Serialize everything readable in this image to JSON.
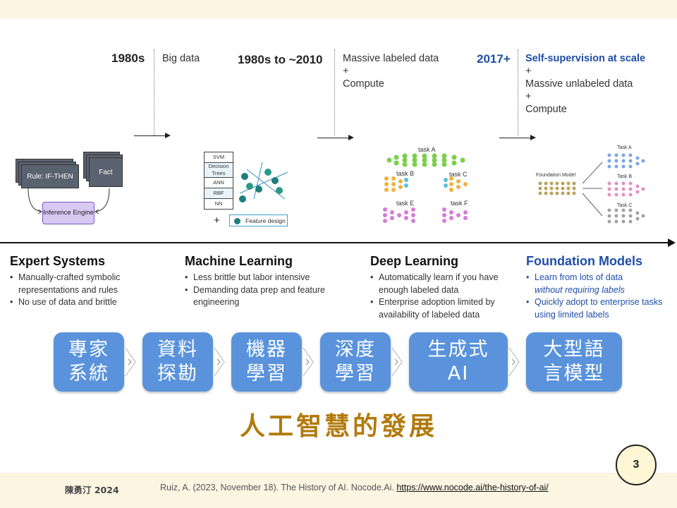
{
  "eras": [
    {
      "year": "1980s",
      "desc": [
        "Big data"
      ]
    },
    {
      "year": "1980s to ~2010",
      "desc": [
        "Massive labeled data",
        "+",
        "Compute"
      ]
    },
    {
      "year": "2017+",
      "desc_bold": "Self-supervision at scale",
      "desc": [
        "+",
        "Massive unlabeled data",
        "+",
        "Compute"
      ]
    }
  ],
  "illustrations": {
    "expert": {
      "rule": "Rule: IF-THEN",
      "fact": "Fact",
      "engine": "Inference Engine"
    },
    "ml": {
      "models": [
        "SVM",
        "Decision Trees",
        "ANN",
        "RBF",
        "NN"
      ],
      "plus": "+",
      "feature": "Feature design"
    },
    "dl": {
      "tasks": [
        "task A",
        "task B",
        "task C",
        "task E",
        "task F"
      ]
    },
    "fm": {
      "model": "Foundation Model",
      "tasks": [
        "Task A",
        "Task B",
        "Task C"
      ]
    }
  },
  "sections": [
    {
      "title": "Expert Systems",
      "items": [
        "Manually-crafted symbolic representations and rules",
        "No use of data and brittle"
      ]
    },
    {
      "title": "Machine Learning",
      "items": [
        "Less brittle but labor intensive",
        "Demanding data prep and feature engineering"
      ]
    },
    {
      "title": "Deep Learning",
      "items": [
        "Automatically learn if you have enough labeled data",
        "Enterprise adoption limited by availability of labeled data"
      ]
    },
    {
      "title": "Foundation Models",
      "items": [
        "Learn from lots of data",
        "without requiring labels",
        "Quickly adopt to enterprise tasks using limited labels"
      ]
    }
  ],
  "stages": [
    {
      "line1": "專家",
      "line2": "系統"
    },
    {
      "line1": "資料",
      "line2": "探勘"
    },
    {
      "line1": "機器",
      "line2": "學習"
    },
    {
      "line1": "深度",
      "line2": "學習"
    },
    {
      "line1": "生成式",
      "line2": "AI"
    },
    {
      "line1": "大型語",
      "line2": "言模型"
    }
  ],
  "main_title": "人工智慧的發展",
  "page_number": "3",
  "footer": {
    "author": "陳勇汀 2024",
    "citation": "Ruiz, A. (2023, November 18). The History of AI. Nocode.Ai.",
    "url": "https://www.nocode.ai/the-history-of-ai/"
  },
  "colors": {
    "accent_blue": "#1f4ea8",
    "stage_blue": "#5a93dc",
    "title_gold": "#b27a0c",
    "band": "#fbf5e1"
  }
}
